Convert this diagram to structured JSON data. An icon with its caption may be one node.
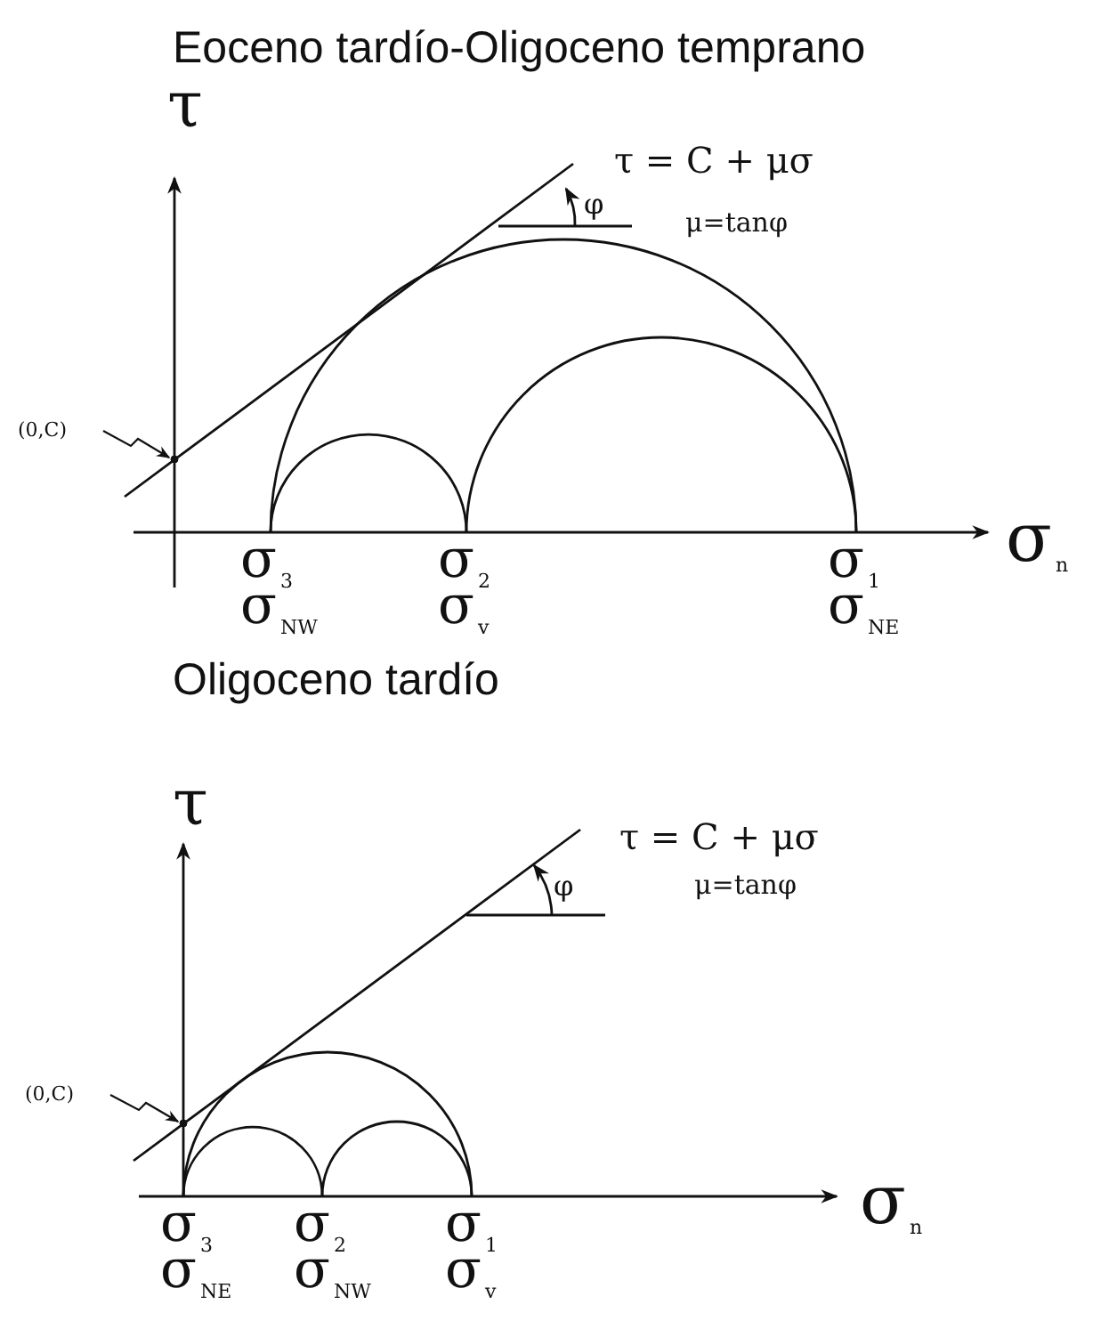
{
  "diagram": {
    "nodes": [
      {
        "text": [
          "(0,C)"
        ]
      },
      {
        "text": [],
        "shape": "point"
      },
      {
        "text": [
          "(0,C)"
        ]
      },
      {
        "text": [],
        "shape": "point"
      }
    ],
    "edges": [
      {
        "from": 0,
        "to": 1,
        "arrow": "to"
      },
      {
        "from": 2,
        "to": 3,
        "arrow": "to"
      }
    ],
    "labels": [
      "Eoceno tardío-Oligoceno temprano",
      "τ",
      "τ = C + μσ",
      "φ",
      "μ=tanφ",
      "σ$_{n}$",
      "σ$_{3}$",
      "σ$_{2}$",
      "σ$_{1}$",
      "σ$_{NW}$",
      "σ$_{v}$",
      "σ$_{NE}$",
      "Oligoceno tardío",
      "τ",
      "τ = C + μσ",
      "φ",
      "μ=tanφ",
      "σ$_{n}$",
      "σ$_{3}$",
      "σ$_{2}$",
      "σ$_{1}$",
      "σ$_{NE}$",
      "σ$_{NW}$",
      "σ$_{v}$"
    ]
  }
}
